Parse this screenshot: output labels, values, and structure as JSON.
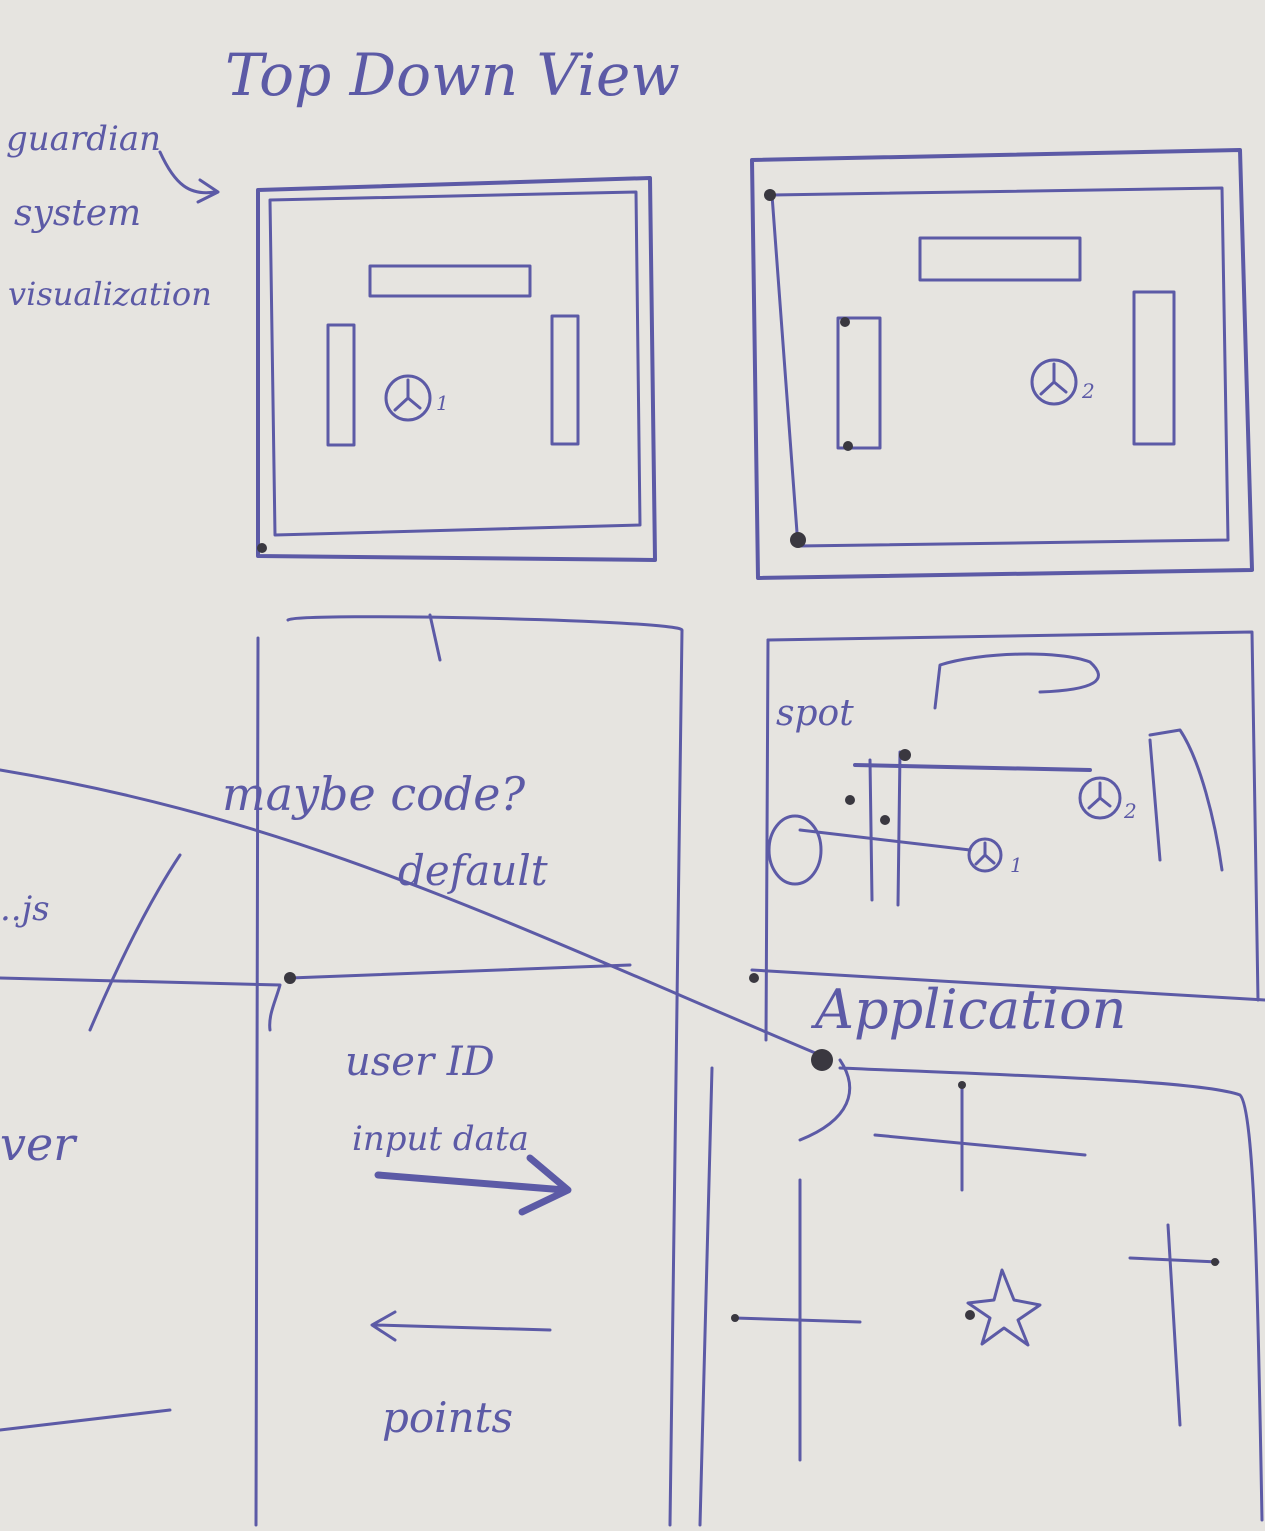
{
  "title": "Top Down View",
  "annotations": {
    "line1": "guardian",
    "line2": "system",
    "line3": "visualization"
  },
  "panels": {
    "view1_marker": "1",
    "view2_marker": "2",
    "code_note_line1": "maybe code?",
    "code_note_line2": "default",
    "spot_label": "spot",
    "spot_marker_1": "1",
    "spot_marker_2": "2",
    "application_label": "Application",
    "user_id_label": "user ID",
    "input_data_label": "input data",
    "points_label": "points",
    "left_fragment_js": "..js",
    "left_fragment_ver": "ver"
  },
  "colors": {
    "ink": "#5c5aa6",
    "paper": "#eceae6",
    "dot": "#3a3840"
  }
}
